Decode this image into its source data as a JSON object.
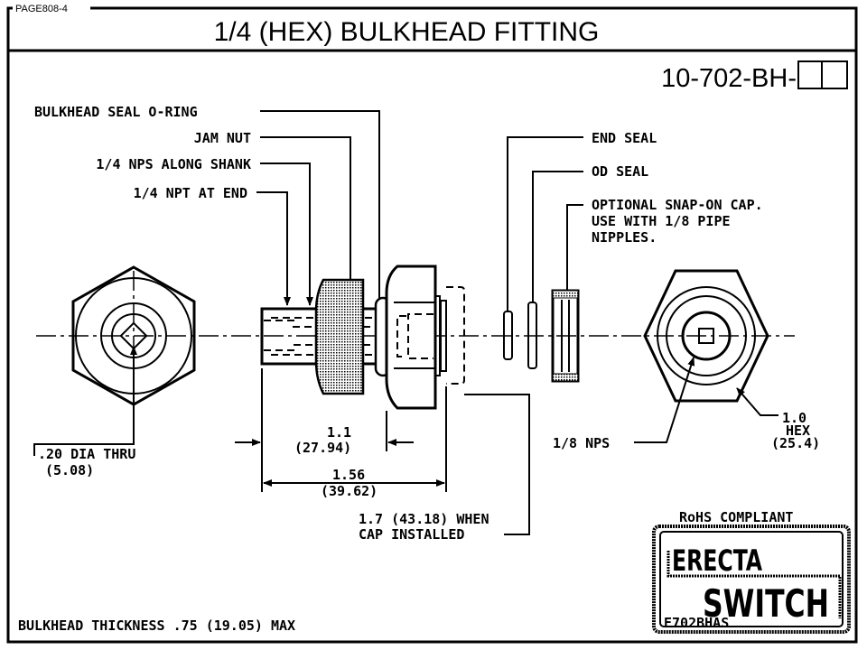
{
  "page_label": "PAGE808-4",
  "title": "1/4 (HEX) BULKHEAD FITTING",
  "part_number": "10-702-BH-",
  "callouts": {
    "oring": "BULKHEAD SEAL O-RING",
    "jam_nut": "JAM NUT",
    "nps_shank": "1/4 NPS ALONG SHANK",
    "npt_end": "1/4 NPT AT END",
    "end_seal": "END SEAL",
    "od_seal": "OD SEAL",
    "cap": [
      "OPTIONAL SNAP-ON CAP.",
      "USE WITH 1/8 PIPE",
      "NIPPLES."
    ],
    "dia_thru": ".20 DIA THRU",
    "dia_thru_mm": "(5.08)",
    "nps_18": "1/8 NPS",
    "hex": [
      "1.0",
      "HEX",
      "(25.4)"
    ]
  },
  "dimensions": {
    "d1": "1.1",
    "d1_mm": "(27.94)",
    "d2": "1.56",
    "d2_mm": "(39.62)",
    "d3": "1.7 (43.18) WHEN",
    "d3_note": "CAP INSTALLED"
  },
  "logo": {
    "rohs": "RoHS COMPLIANT",
    "line1": "ERECTA",
    "line2": "SWITCH",
    "code": "E702BHAS"
  },
  "footer": "BULKHEAD THICKNESS .75 (19.05) MAX"
}
